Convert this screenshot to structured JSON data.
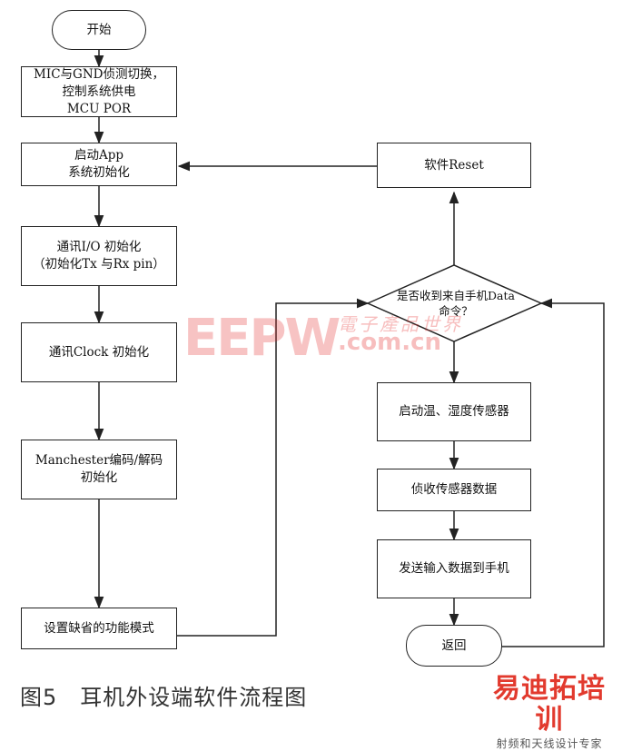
{
  "nodes": {
    "start": "开始",
    "detect": "MIC与GND侦测切换，\n控制系统供电\nMCU POR",
    "app_init": "启动App\n系统初始化",
    "io_init": "通讯I/O 初始化\n（初始化Tx 与Rx pin）",
    "clock_init": "通讯Clock 初始化",
    "codec_init": "Manchester编码/解码\n初始化",
    "default_mode": "设置缺省的功能模式",
    "decision": "是否收到来自手机Data\n命令？",
    "reset": "软件Reset",
    "sensor_start": "启动温、湿度传感器",
    "sensor_read": "侦收传感器数据",
    "send": "发送输入数据到手机",
    "end": "返回"
  },
  "watermark": {
    "main": "EEPW",
    "cn": "電子產品世界",
    "url": ".com.cn",
    "color": "#e42828"
  },
  "caption": "图5　耳机外设端软件流程图",
  "logo": {
    "main": "易迪拓培训",
    "sub": "射频和天线设计专家",
    "color": "#e23a2e"
  }
}
